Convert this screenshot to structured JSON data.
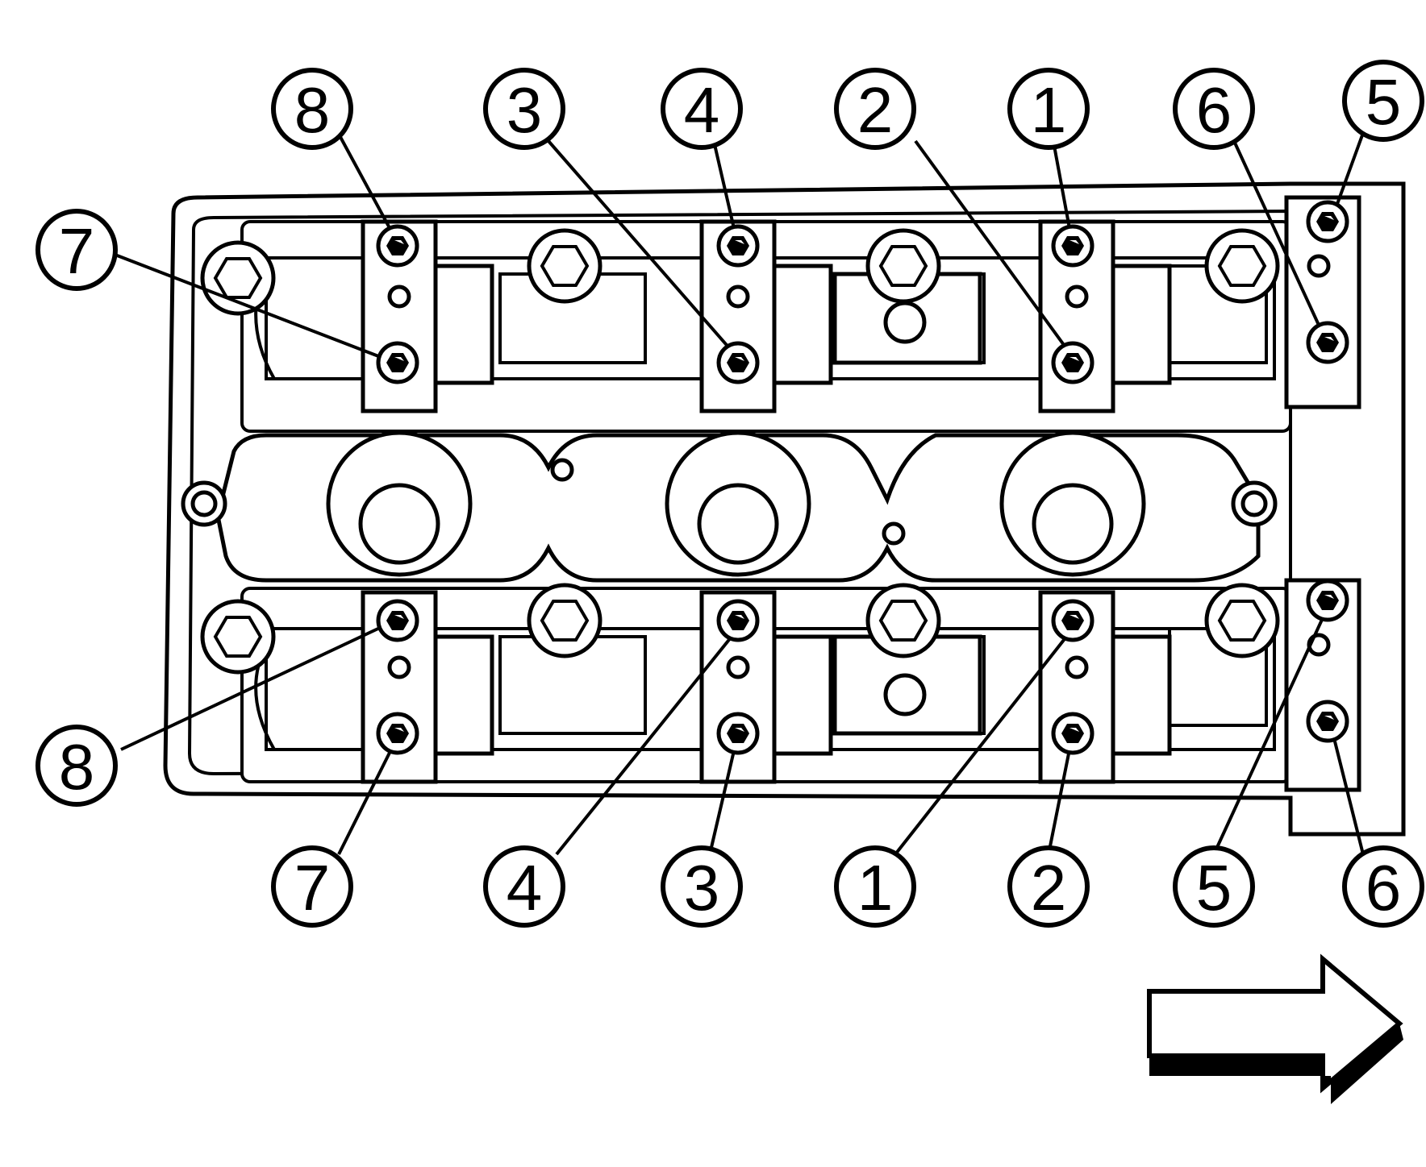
{
  "diagram": {
    "colors": {
      "ink": "#000000",
      "paper": "#ffffff"
    },
    "direction_arrow": {
      "icon": "arrow-right-icon"
    },
    "callouts_top": [
      "8",
      "3",
      "4",
      "2",
      "1",
      "6",
      "5",
      "7"
    ],
    "callouts_bottom": [
      "8",
      "7",
      "4",
      "3",
      "1",
      "2",
      "5",
      "6"
    ]
  }
}
